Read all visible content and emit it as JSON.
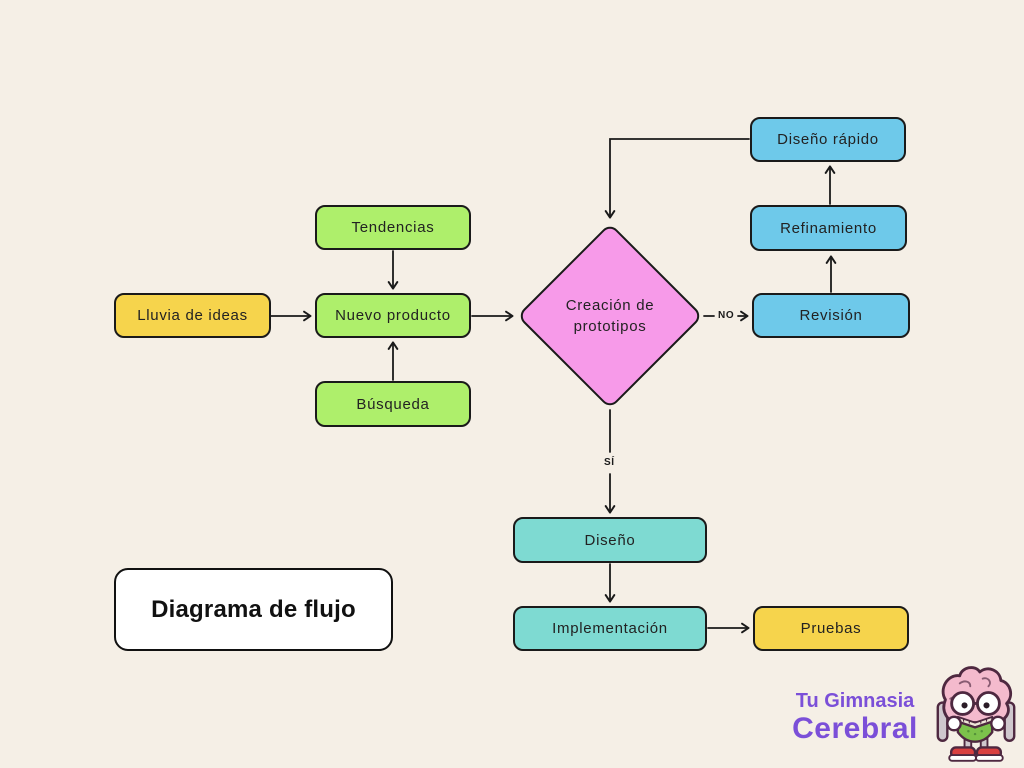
{
  "canvas": {
    "background": "#F5EFE6",
    "outline_color": "#1A1A1A"
  },
  "title_box": {
    "label": "Diagrama de flujo"
  },
  "nodes": [
    {
      "id": "lluvia-de-ideas",
      "label": "Lluvia de ideas",
      "color": "#F6D44C",
      "type": "process"
    },
    {
      "id": "tendencias",
      "label": "Tendencias",
      "color": "#AEEF6B",
      "type": "process"
    },
    {
      "id": "nuevo-producto",
      "label": "Nuevo producto",
      "color": "#AEEF6B",
      "type": "process"
    },
    {
      "id": "busqueda",
      "label": "Búsqueda",
      "color": "#AEEF6B",
      "type": "process"
    },
    {
      "id": "creacion-de-prototipos",
      "label": "Creación de\nprototipos",
      "color": "#F79AE9",
      "type": "decision"
    },
    {
      "id": "diseno-rapido",
      "label": "Diseño rápido",
      "color": "#6EC9EA",
      "type": "process"
    },
    {
      "id": "refinamiento",
      "label": "Refinamiento",
      "color": "#6EC9EA",
      "type": "process"
    },
    {
      "id": "revision",
      "label": "Revisión",
      "color": "#6EC9EA",
      "type": "process"
    },
    {
      "id": "diseno",
      "label": "Diseño",
      "color": "#7EDAD2",
      "type": "process"
    },
    {
      "id": "implementacion",
      "label": "Implementación",
      "color": "#7EDAD2",
      "type": "process"
    },
    {
      "id": "pruebas",
      "label": "Pruebas",
      "color": "#F6D44C",
      "type": "process"
    }
  ],
  "edges": [
    {
      "from": "lluvia-de-ideas",
      "to": "nuevo-producto"
    },
    {
      "from": "tendencias",
      "to": "nuevo-producto"
    },
    {
      "from": "busqueda",
      "to": "nuevo-producto"
    },
    {
      "from": "nuevo-producto",
      "to": "creacion-de-prototipos"
    },
    {
      "from": "creacion-de-prototipos",
      "to": "revision",
      "label": "NO"
    },
    {
      "from": "revision",
      "to": "refinamiento"
    },
    {
      "from": "refinamiento",
      "to": "diseno-rapido"
    },
    {
      "from": "diseno-rapido",
      "to": "creacion-de-prototipos"
    },
    {
      "from": "creacion-de-prototipos",
      "to": "diseno",
      "label": "SÍ"
    },
    {
      "from": "diseno",
      "to": "implementacion"
    },
    {
      "from": "implementacion",
      "to": "pruebas"
    }
  ],
  "edge_labels": {
    "no": "NO",
    "si": "SÍ"
  },
  "logo": {
    "line1": "Tu Gimnasia",
    "line2": "Cerebral",
    "color": "#7B4FD8",
    "mascot": "brain-mascot-icon"
  }
}
